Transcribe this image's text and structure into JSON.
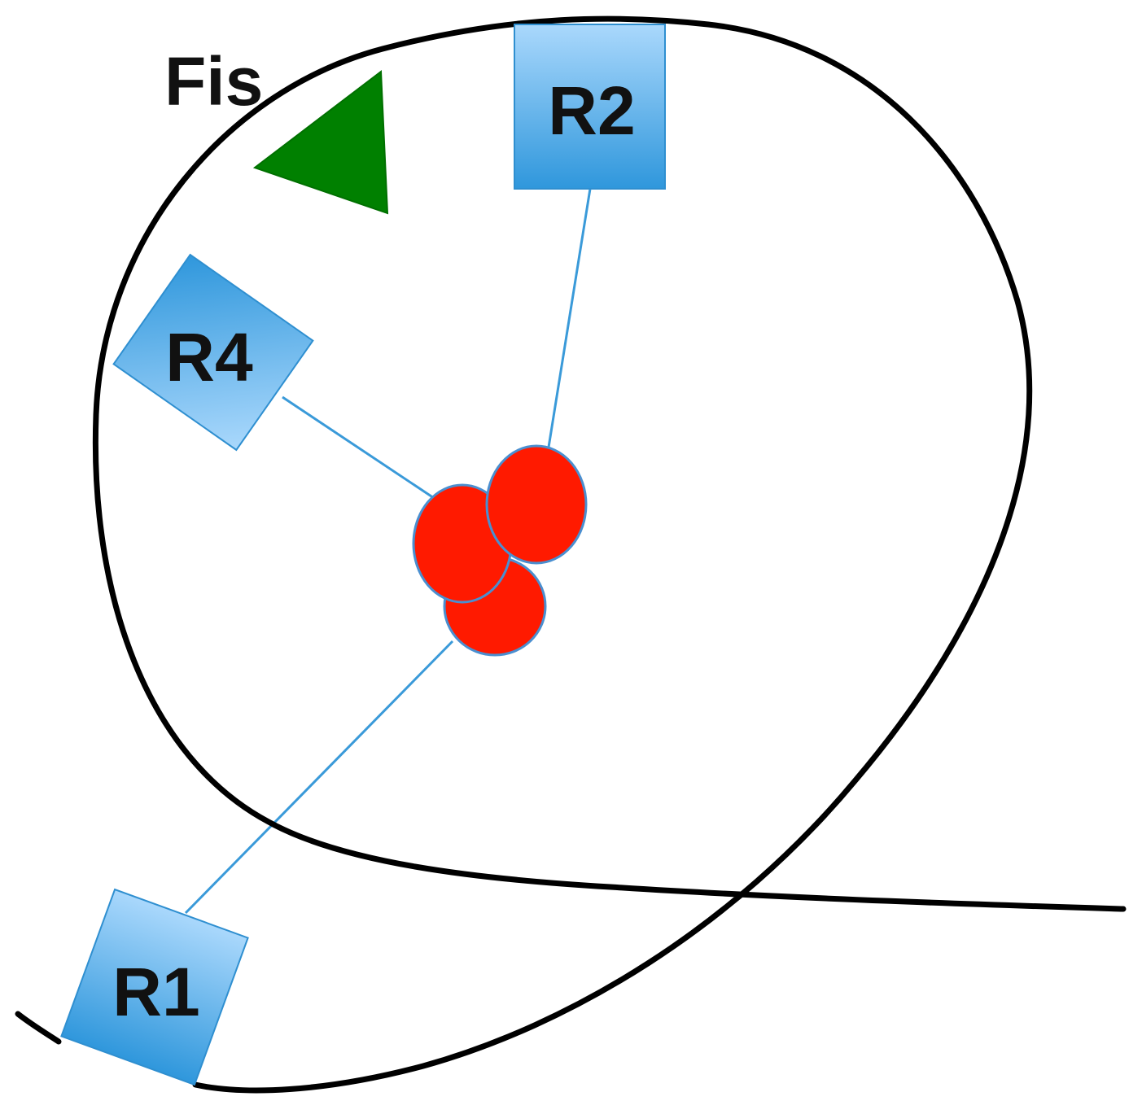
{
  "labels": {
    "fis": "Fis",
    "r1": "R1",
    "r2": "R2",
    "r4": "R4"
  },
  "colors": {
    "curve": "#000000",
    "box_light": "#a8d6fb",
    "box_dark": "#2f97dc",
    "box_stroke": "#2f8fd0",
    "connector": "#3a9ad9",
    "cluster_fill": "#ff1a00",
    "cluster_stroke": "#4a8fd0",
    "triangle": "#008000"
  },
  "icons": {
    "triangle": "green-triangle-marker",
    "cluster": "red-cell-cluster"
  }
}
